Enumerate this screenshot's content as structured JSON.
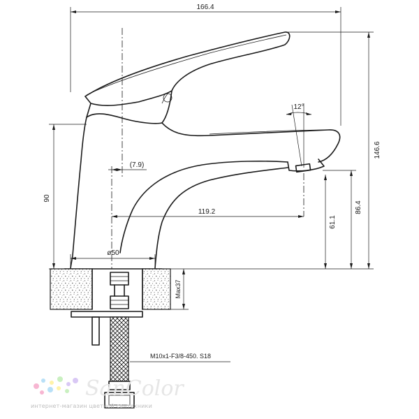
{
  "dimensions": {
    "total_length": "166.4",
    "total_height": "146.6",
    "spout_angle": "12°",
    "offset": "(7.9)",
    "body_height": "90",
    "spout_height": "86.4",
    "spout_reach": "119.2",
    "outlet_height": "61.1",
    "base_diameter": "ø50",
    "max_thickness": "Max37"
  },
  "hose_spec": "M10x1-F3/8-450. S18",
  "watermark": {
    "brand": "SanColor",
    "tagline": "интернет-магазин цветной сантехники",
    "dot_colors": [
      "#f7b6d2",
      "#b8e0f7",
      "#fff3a8",
      "#c9f0c0",
      "#d9c8f5"
    ]
  }
}
